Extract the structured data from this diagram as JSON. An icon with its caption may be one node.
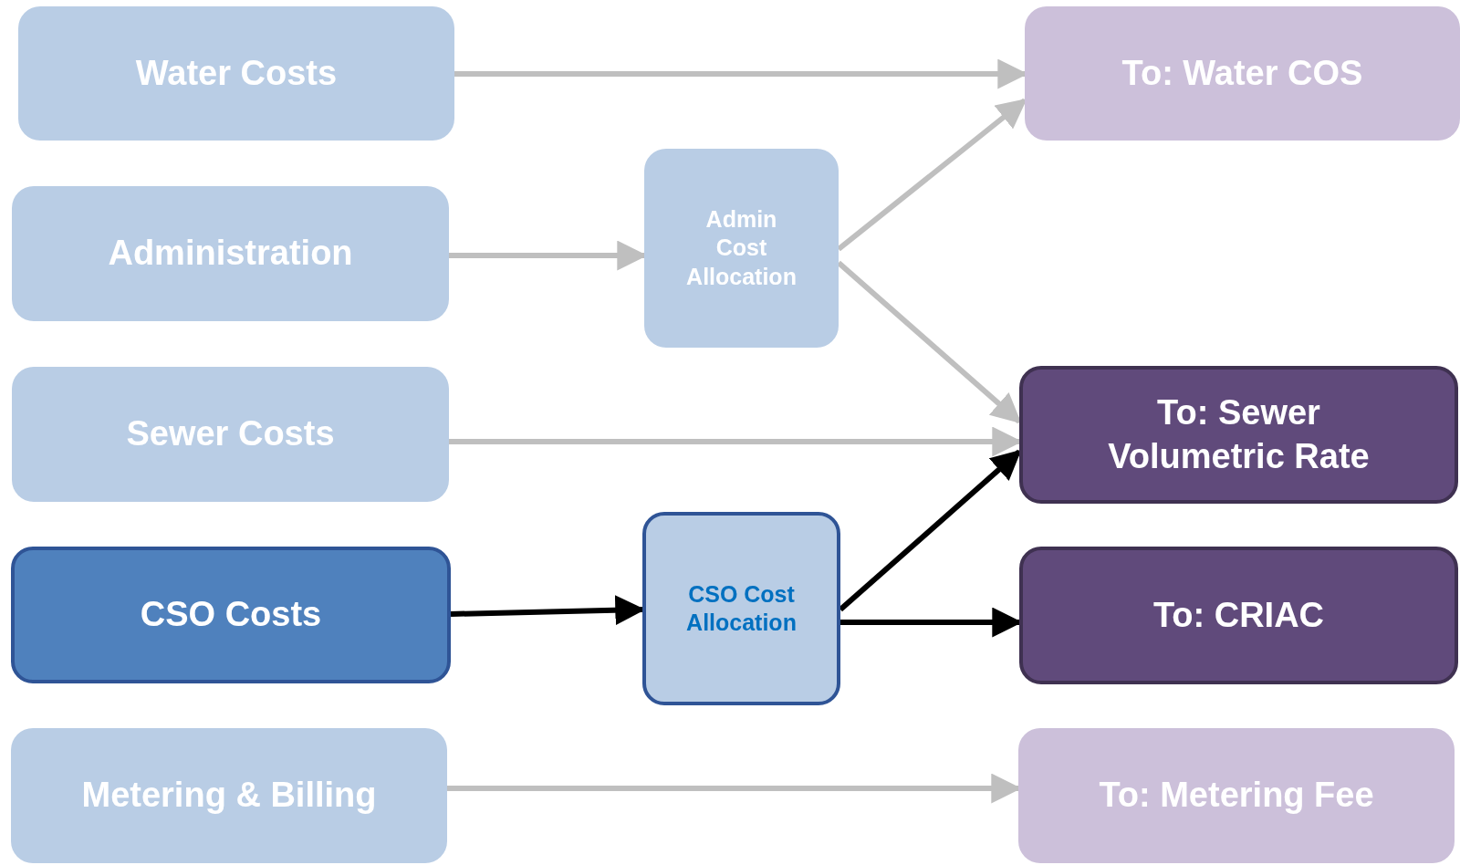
{
  "diagram": {
    "nodes": [
      {
        "text": [
          "Water Costs"
        ]
      },
      {
        "text": [
          "Administration"
        ]
      },
      {
        "text": [
          "Sewer Costs"
        ]
      },
      {
        "text": [
          "CSO Costs"
        ]
      },
      {
        "text": [
          "Metering & Billing"
        ]
      },
      {
        "text": [
          "Admin Cost Allocation"
        ]
      },
      {
        "text": [
          "CSO Cost Allocation"
        ]
      },
      {
        "text": [
          "To: Water COS"
        ]
      },
      {
        "text": [
          "To: Sewer Volumetric Rate"
        ]
      },
      {
        "text": [
          "To: CRIAC"
        ]
      },
      {
        "text": [
          "To: Metering Fee"
        ]
      }
    ],
    "edges": [
      {
        "from": 0,
        "to": 7,
        "arrow": "to"
      },
      {
        "from": 1,
        "to": 5,
        "arrow": "to"
      },
      {
        "from": 5,
        "to": 7,
        "arrow": "to"
      },
      {
        "from": 5,
        "to": 8,
        "arrow": "to"
      },
      {
        "from": 2,
        "to": 8,
        "arrow": "to"
      },
      {
        "from": 3,
        "to": 6,
        "arrow": "to",
        "color": "#000000"
      },
      {
        "from": 6,
        "to": 8,
        "arrow": "to",
        "color": "#000000"
      },
      {
        "from": 6,
        "to": 9,
        "arrow": "to",
        "color": "#000000"
      },
      {
        "from": 4,
        "to": 10,
        "arrow": "to"
      }
    ]
  }
}
